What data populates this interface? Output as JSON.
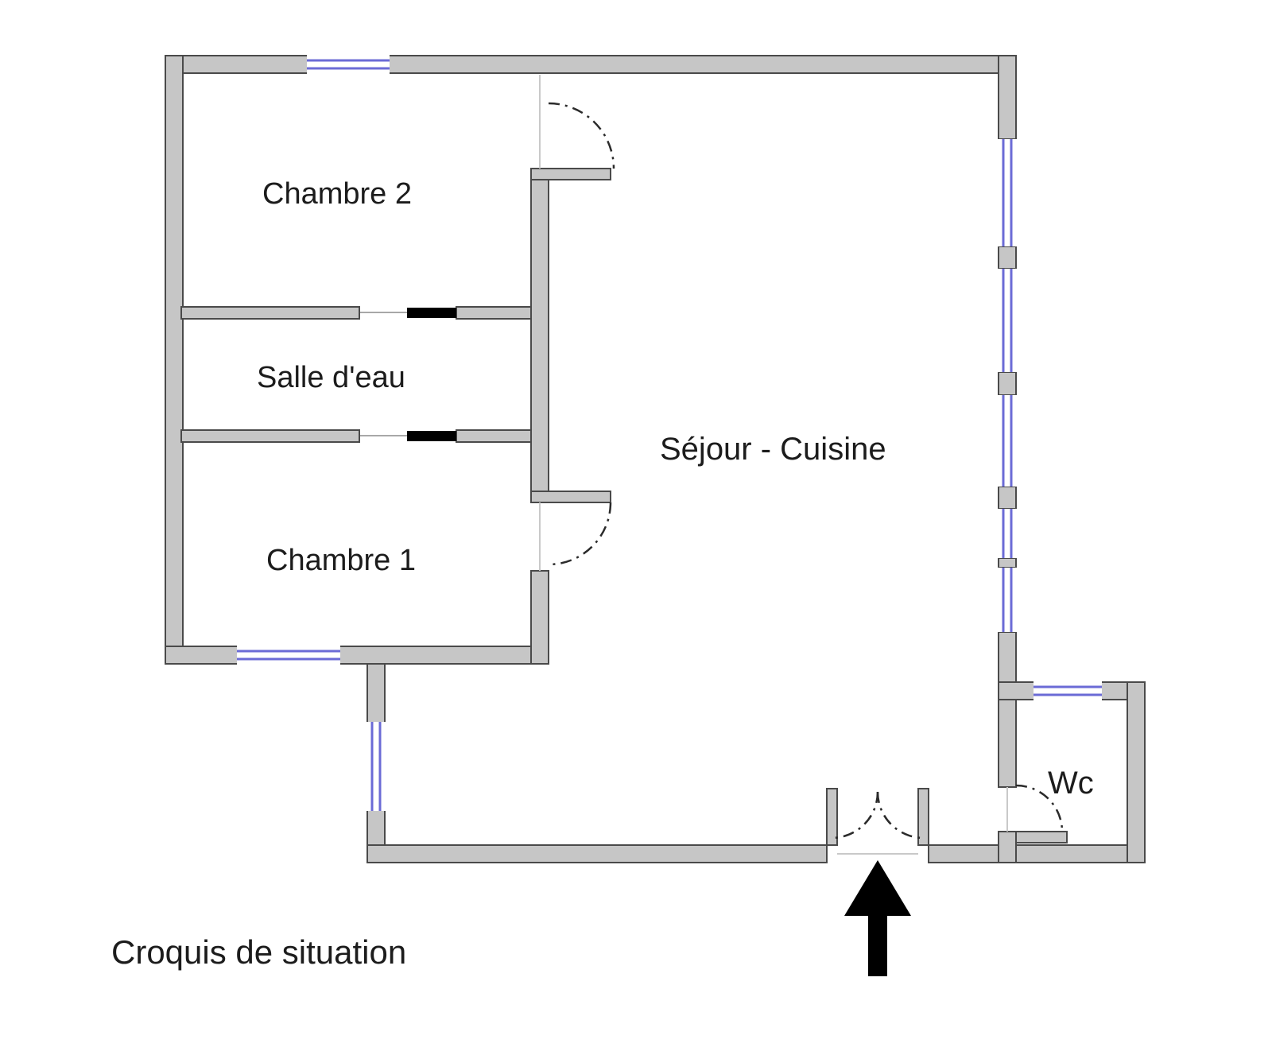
{
  "title": "Croquis de situation",
  "rooms": {
    "chambre2": {
      "label": "Chambre 2"
    },
    "salle_deau": {
      "label": "Salle d'eau"
    },
    "chambre1": {
      "label": "Chambre 1"
    },
    "sejour_cuisine": {
      "label": "Séjour - Cuisine"
    },
    "wc": {
      "label": "Wc"
    }
  },
  "colors": {
    "background": "#ffffff",
    "wall_fill": "#c6c6c6",
    "wall_stroke": "#4a4a4a",
    "window_line": "#6b6bd6",
    "door_line": "#2b2b2b",
    "door_leaf": "#000000",
    "text": "#1c1c1c"
  }
}
